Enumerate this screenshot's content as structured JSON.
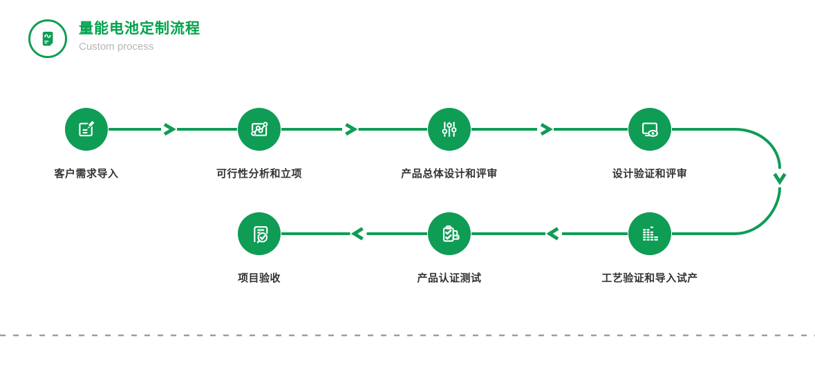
{
  "header": {
    "title": "量能电池定制流程",
    "subtitle": "Custom process",
    "logo_icon": "process-document-icon"
  },
  "flow": {
    "steps": [
      {
        "label": "客户需求导入",
        "icon": "edit-document-icon"
      },
      {
        "label": "可行性分析和立项",
        "icon": "trend-chart-icon"
      },
      {
        "label": "产品总体设计和评审",
        "icon": "sliders-icon"
      },
      {
        "label": "设计验证和评审",
        "icon": "monitor-review-icon"
      },
      {
        "label": "工艺验证和导入试产",
        "icon": "equalizer-bars-icon"
      },
      {
        "label": "产品认证测试",
        "icon": "certification-checklist-truck-icon"
      },
      {
        "label": "项目验收",
        "icon": "document-check-icon"
      }
    ]
  },
  "colors": {
    "accent_green": "#0f9c55",
    "title_green": "#00a14b",
    "label_text": "#333333",
    "subtitle_text": "#b5b5b5",
    "divider": "#9d9d9d",
    "background": "#ffffff"
  }
}
